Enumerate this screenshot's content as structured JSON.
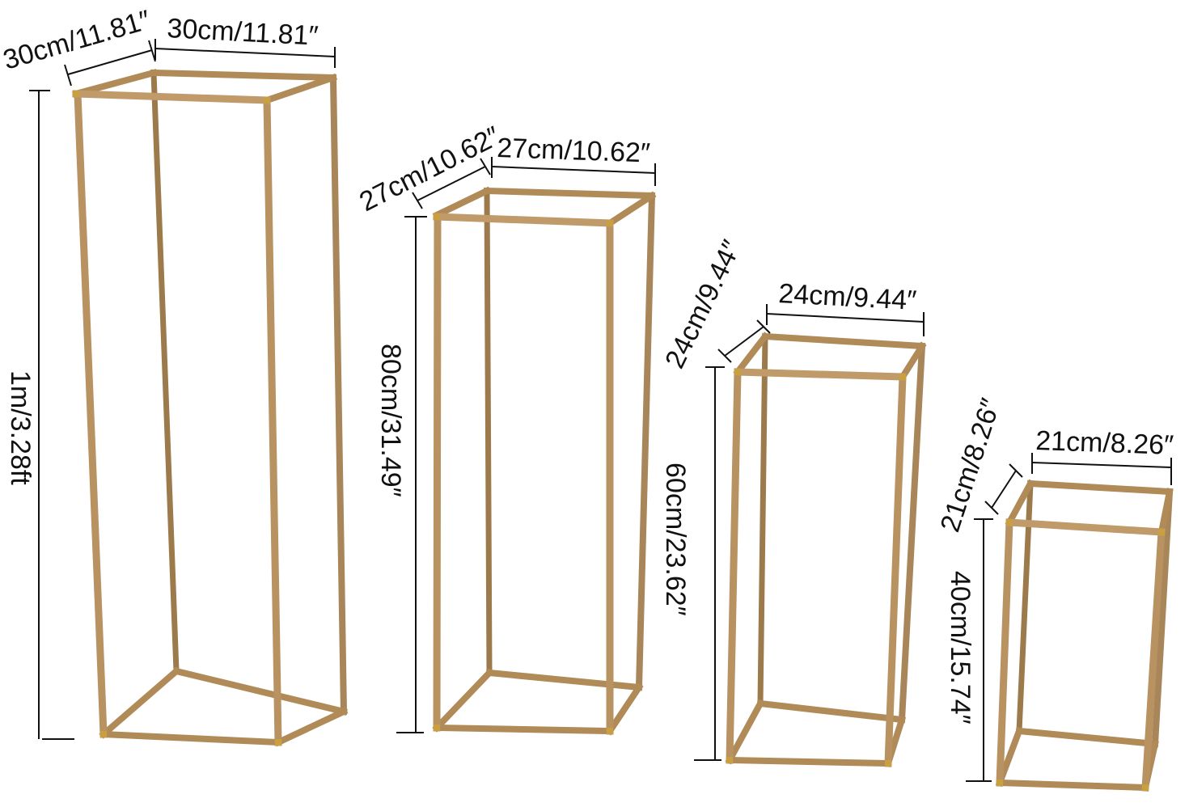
{
  "colors": {
    "frame_gold": "#b08a57",
    "frame_shadow": "#8d6a3d",
    "frame_highlight": "#d2b07d",
    "corner_cap": "#c8a041",
    "dimension_line": "#111111",
    "background": "#ffffff"
  },
  "stands": [
    {
      "name": "stand-100cm",
      "width_label": "30cm/11.81″",
      "depth_label": "30cm/11.81″",
      "height_label": "1m/3.28ft"
    },
    {
      "name": "stand-80cm",
      "width_label": "27cm/10.62″",
      "depth_label": "27cm/10.62″",
      "height_label": "80cm/31.49″"
    },
    {
      "name": "stand-60cm",
      "width_label": "24cm/9.44″",
      "depth_label": "24cm/9.44″",
      "height_label": "60cm/23.62″"
    },
    {
      "name": "stand-40cm",
      "width_label": "21cm/8.26″",
      "depth_label": "21cm/8.26″",
      "height_label": "40cm/15.74″"
    }
  ]
}
